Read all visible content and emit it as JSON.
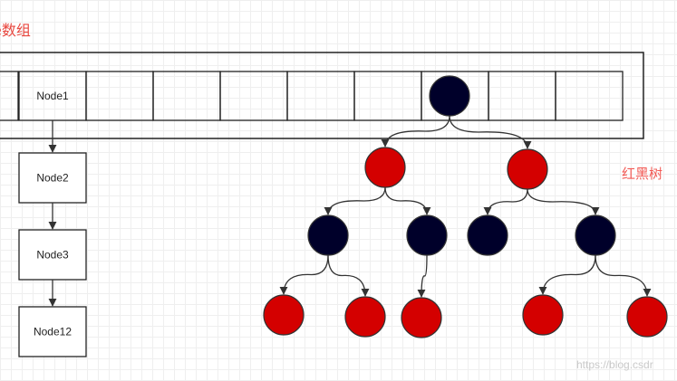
{
  "labels": {
    "array_title": "e数组",
    "tree_title": "红黑树",
    "watermark": "https://blog.csdr"
  },
  "array": {
    "cells": [
      {
        "label": ""
      },
      {
        "label": "Node1"
      },
      {
        "label": ""
      },
      {
        "label": ""
      },
      {
        "label": ""
      },
      {
        "label": ""
      },
      {
        "label": ""
      },
      {
        "label": ""
      },
      {
        "label": ""
      },
      {
        "label": ""
      }
    ],
    "tree_root_cell": 7
  },
  "linked_list": [
    {
      "label": "Node2"
    },
    {
      "label": "Node3"
    },
    {
      "label": "Node12"
    }
  ],
  "tree": {
    "nodes": [
      {
        "id": "root",
        "color": "black",
        "parent": null
      },
      {
        "id": "l",
        "color": "red",
        "parent": "root"
      },
      {
        "id": "r",
        "color": "red",
        "parent": "root"
      },
      {
        "id": "ll",
        "color": "black",
        "parent": "l"
      },
      {
        "id": "lr",
        "color": "black",
        "parent": "l"
      },
      {
        "id": "rl",
        "color": "black",
        "parent": "r"
      },
      {
        "id": "rr",
        "color": "black",
        "parent": "r"
      },
      {
        "id": "lll",
        "color": "red",
        "parent": "ll"
      },
      {
        "id": "llr",
        "color": "red",
        "parent": "ll"
      },
      {
        "id": "lrl",
        "color": "red",
        "parent": "lr"
      },
      {
        "id": "rrl",
        "color": "red",
        "parent": "rr"
      },
      {
        "id": "rrr",
        "color": "red",
        "parent": "rr"
      }
    ]
  },
  "colors": {
    "red_node": "#d40000",
    "black_node": "#00002a",
    "node_border": "#333333",
    "line": "#333333",
    "label_red": "#e8473f"
  }
}
